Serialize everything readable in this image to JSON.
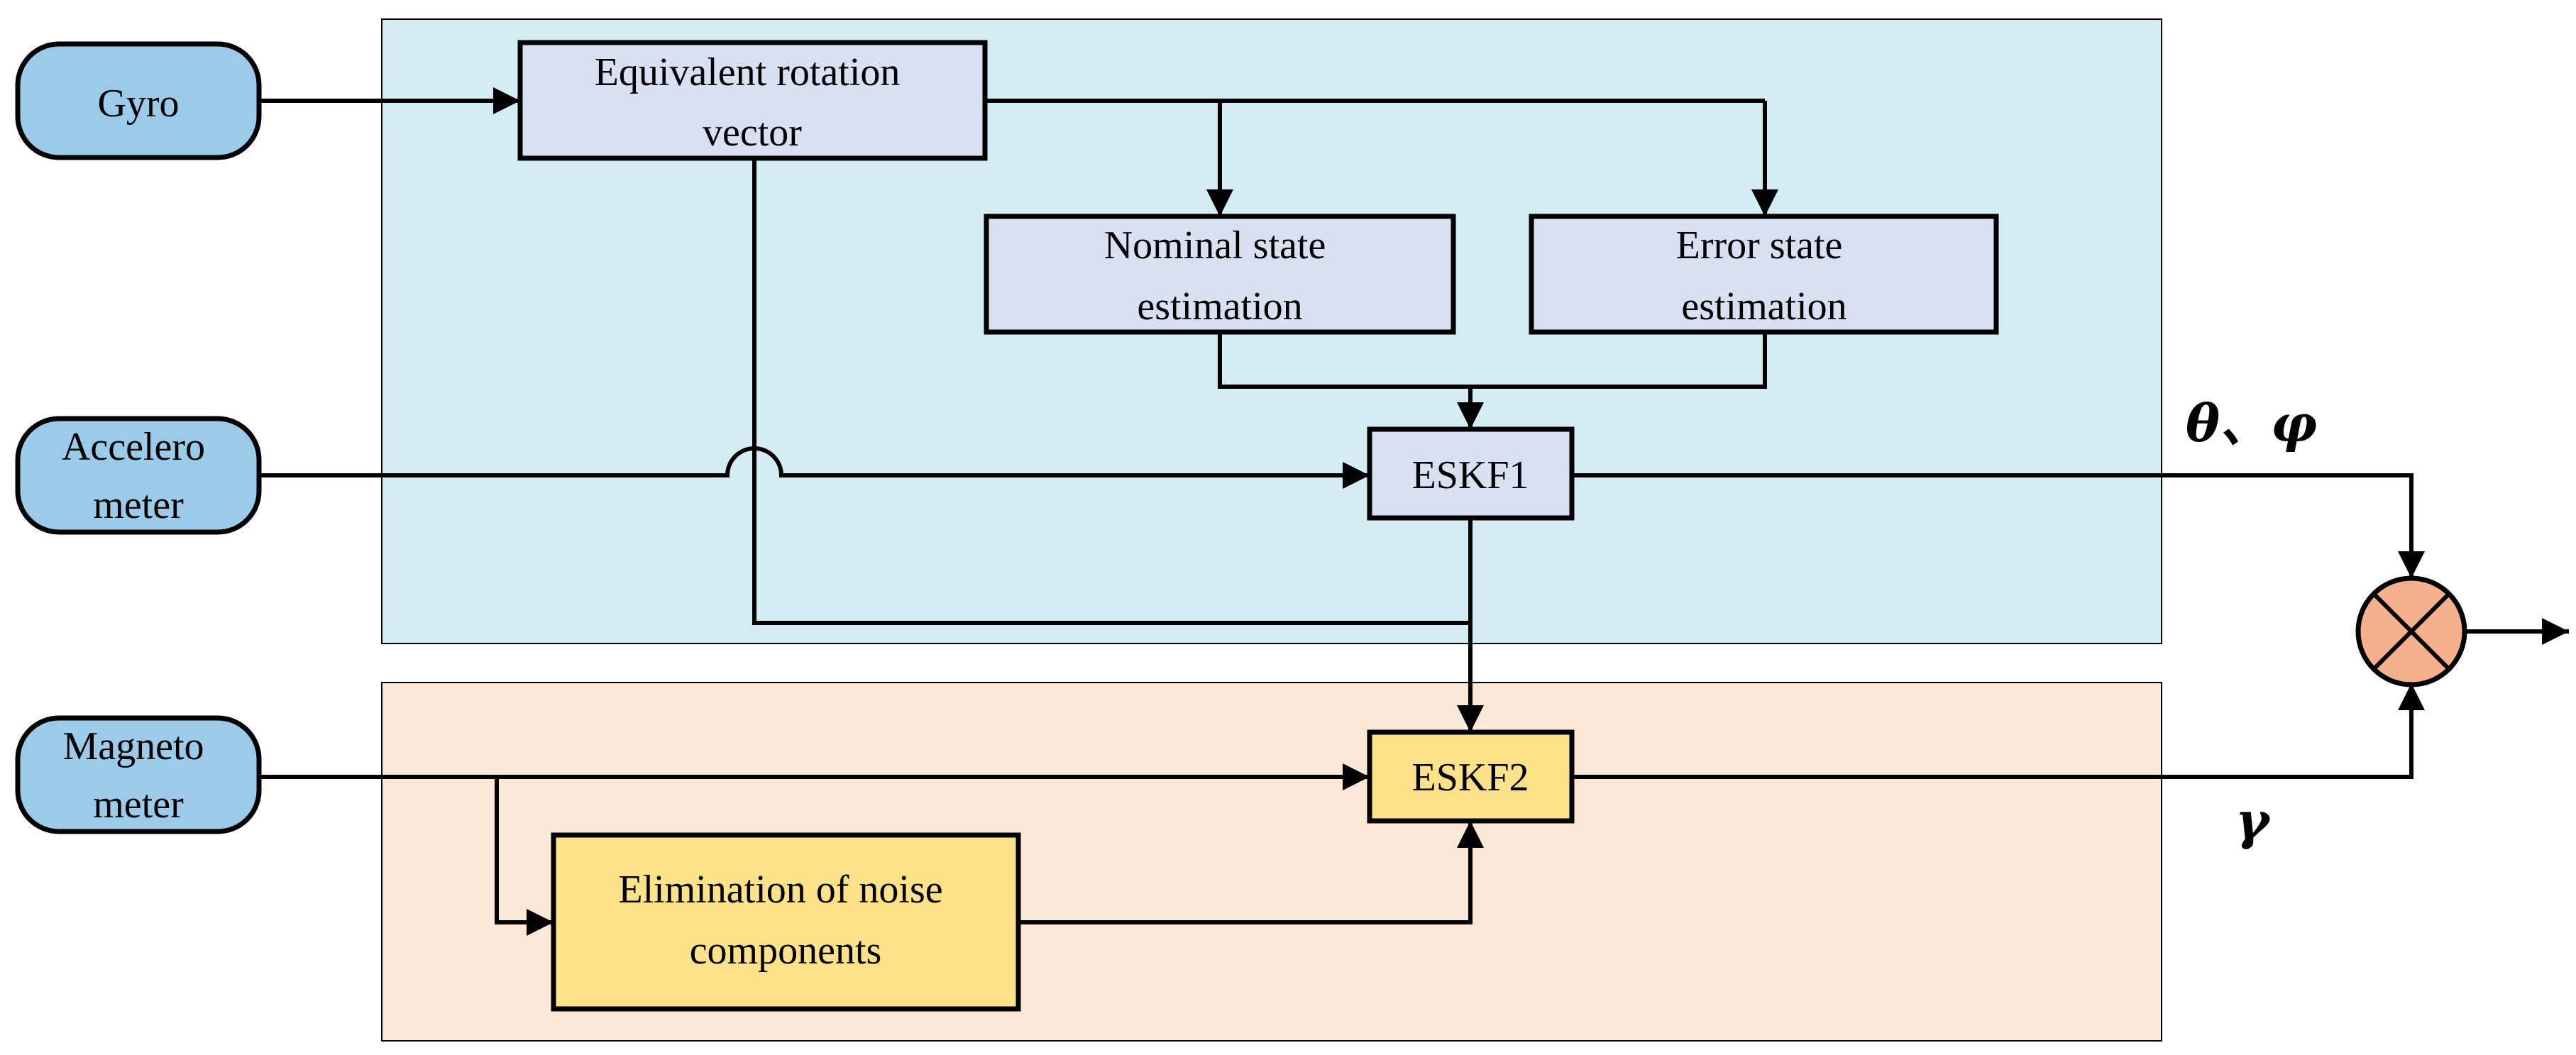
{
  "diagram": {
    "colors": {
      "upper_region": "#d4ecf3",
      "lower_region": "#fde8d8",
      "sensor_fill": "#9ccbe9",
      "process_fill": "#d9e0f2",
      "filter2_fill": "#fde28a",
      "combiner_fill": "#f6b08c",
      "stroke": "#000000"
    },
    "sensors": {
      "gyro": [
        "Gyro"
      ],
      "accelerometer": [
        "Accelero",
        "meter"
      ],
      "magnetometer": [
        "Magneto",
        "meter"
      ]
    },
    "blocks": {
      "rotation_vector": [
        "Equivalent rotation",
        "vector"
      ],
      "nominal_state": [
        "Nominal state",
        "estimation"
      ],
      "error_state": [
        "Error state",
        "estimation"
      ],
      "eskf1": [
        "ESKF1"
      ],
      "eskf2": [
        "ESKF2"
      ],
      "noise_elimination": [
        "Elimination of noise",
        "components"
      ]
    },
    "outputs": {
      "theta_phi": "θ、φ",
      "gamma": "γ"
    },
    "combiner_icon": "multiply-circle-icon"
  }
}
